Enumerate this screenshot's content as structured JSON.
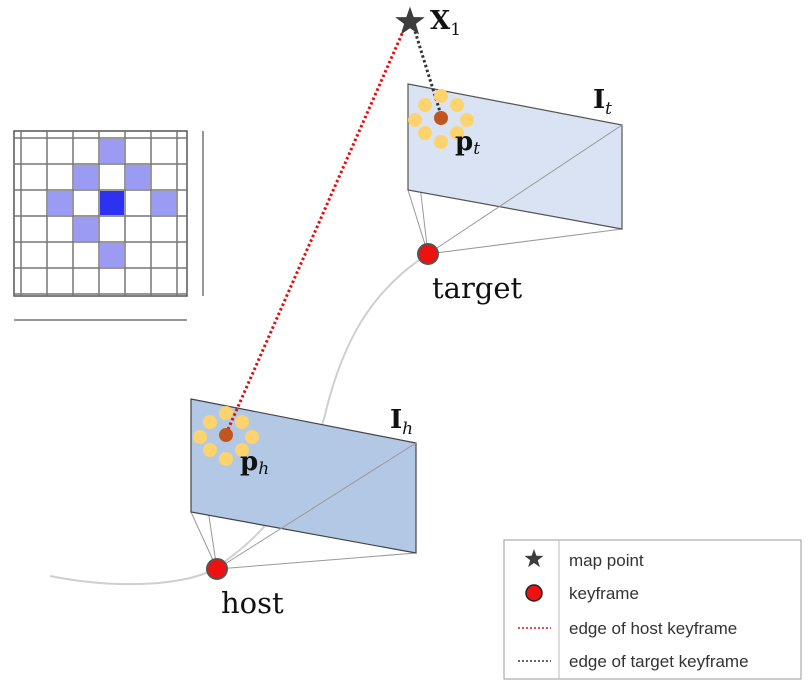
{
  "labels": {
    "map_point_main": "X",
    "map_point_sub": "1",
    "target_image_main": "I",
    "target_image_sub": "t",
    "target_pixel_main": "p",
    "target_pixel_sub": "t",
    "host_image_main": "I",
    "host_image_sub": "h",
    "host_pixel_main": "p",
    "host_pixel_sub": "h",
    "target_keyframe": "target",
    "host_keyframe": "host"
  },
  "legend": {
    "items": [
      {
        "icon": "star-icon",
        "label": "map point"
      },
      {
        "icon": "keyframe-dot-icon",
        "label": "keyframe"
      },
      {
        "icon": "red-dotted-line-icon",
        "label": "edge of host keyframe"
      },
      {
        "icon": "dark-dotted-line-icon",
        "label": "edge of target keyframe"
      }
    ]
  },
  "pattern": {
    "grid_cells": 7,
    "highlighted": [
      {
        "row": 0,
        "col": 3,
        "shade": "light"
      },
      {
        "row": 1,
        "col": 2,
        "shade": "light"
      },
      {
        "row": 1,
        "col": 4,
        "shade": "light"
      },
      {
        "row": 2,
        "col": 1,
        "shade": "light"
      },
      {
        "row": 2,
        "col": 3,
        "shade": "dark"
      },
      {
        "row": 2,
        "col": 5,
        "shade": "light"
      },
      {
        "row": 3,
        "col": 2,
        "shade": "light"
      },
      {
        "row": 4,
        "col": 3,
        "shade": "light"
      }
    ]
  },
  "colors": {
    "target_plane": "#d9e3f3",
    "host_plane": "#b3c8e5",
    "keyframe": "#ee1111",
    "map_point": "#3d3d3d",
    "host_edge": "#dd1111",
    "target_edge": "#333333",
    "pattern_light": "#9b9bf4",
    "pattern_dark": "#2d32f0",
    "pattern_dot": "#fdd36f",
    "center_dot": "#c0561e",
    "trajectory": "#cfcfcf"
  }
}
